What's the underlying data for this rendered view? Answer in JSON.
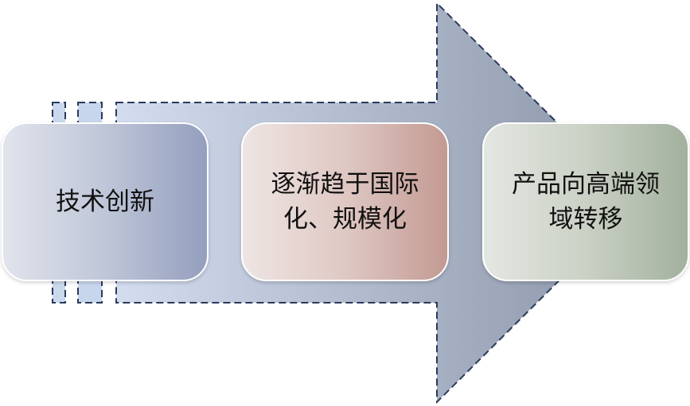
{
  "diagram": {
    "colors": {
      "arrow_start": "#c9d6ec",
      "arrow_end": "#8b95a8",
      "arrow_border": "#2b3a5c",
      "box1": "#9aa4c0",
      "box2": "#c49d96",
      "box3": "#a5b1a0"
    },
    "steps": [
      {
        "text": "技术创新"
      },
      {
        "text": "逐渐趋于国际化、规模化"
      },
      {
        "text": "产品向高端领域转移"
      }
    ]
  }
}
